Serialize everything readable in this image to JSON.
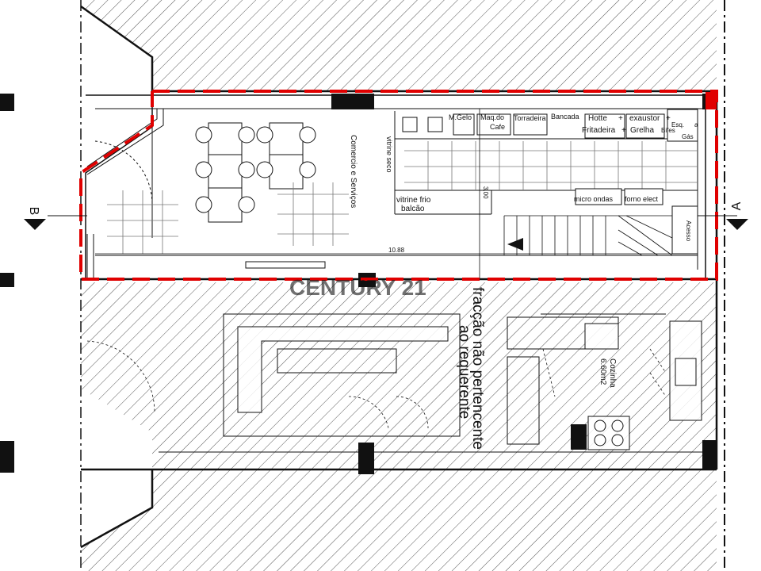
{
  "labels": {
    "comercio": "Comercio e Serviços",
    "vitrine_seco": "vitrine seco",
    "vitrine_frio": "vitrine frio",
    "balcao": "balcão",
    "m_gelo": "M.Gelo",
    "maq_do": "Maq.do",
    "cafe": "Cafe",
    "torradeira": "Torradeira",
    "bancada": "Bancada",
    "hotte": "Hotte",
    "plus1": "+",
    "exaustor": "exaustor",
    "plus2": "+",
    "fritadeira": "Fritadeira",
    "plus3": "+",
    "grelha": "Grelha",
    "esq": "Esq.",
    "a_small": "a",
    "bifes": "Bifes",
    "gas": "Gás",
    "micro_ondas": "micro ondas",
    "forno_elect": "forno elect",
    "dim_300": "3.00",
    "dim_1088": "10.88",
    "acesso": "Acesso",
    "fraccao_1": "fracção não pertencente",
    "fraccao_2": "ao requerente",
    "cozinha": "Cozinha",
    "cozinha_area": "6.60m2",
    "section_b": "B",
    "section_a": "A",
    "watermark": "CENTURY 21"
  },
  "colors": {
    "boundary": "#e00000",
    "line": "#111111",
    "hatch": "#444444",
    "wall_fill": "#111111"
  }
}
